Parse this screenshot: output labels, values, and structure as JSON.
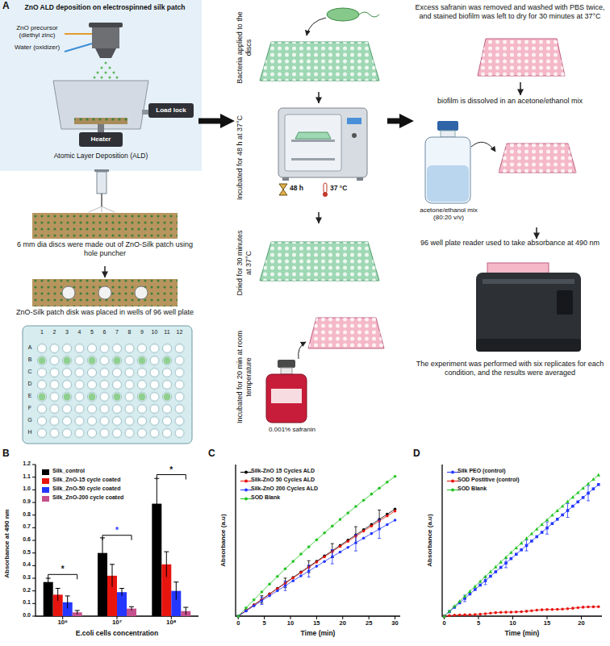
{
  "diagram": {
    "nodes": [
      {
        "text": [
          "ZnO ALD deposition on electrospinned silk patch"
        ]
      },
      {
        "text": [
          "Load lock"
        ],
        "in": 0
      },
      {
        "text": [
          "Heater"
        ],
        "in": 0
      },
      {
        "text": [
          "6 mm dia discs were made out of ZnO-Silk patch using hole puncher"
        ]
      },
      {
        "text": [
          "ZnO-Silk patch disk was placed in wells of 96 well plate"
        ]
      },
      {
        "text": [
          "Bacteria applied to the discs"
        ]
      },
      {
        "text": [
          "Incubated for 48 h at 37°C"
        ]
      },
      {
        "text": [
          "Dried for 30 minutes at 37°C"
        ]
      },
      {
        "text": [
          "Incubated for 20 min at room temperature"
        ]
      },
      {
        "text": [
          "Excess safranin was removed and washed with PBS twice, and stained biofilm was left to dry for 30 minutes at 37°C"
        ]
      },
      {
        "text": [
          "biofilm is dissolved in an acetone/ethanol mix"
        ]
      },
      {
        "text": [
          "96 well plate reader used to take absorbance at 490 nm",
          "The experiment was performed with six replicates for each condition, and the results were averaged"
        ]
      }
    ],
    "edges": [
      {
        "from": 3,
        "to": 4,
        "arrow": "to"
      },
      {
        "from": 0,
        "to": 6,
        "arrow": "to"
      },
      {
        "from": 5,
        "to": 6,
        "arrow": "to"
      },
      {
        "from": 6,
        "to": 7,
        "arrow": "to"
      },
      {
        "from": 6,
        "to": 10,
        "arrow": "to"
      },
      {
        "from": 9,
        "to": 10,
        "arrow": "to"
      },
      {
        "from": 10,
        "to": 11,
        "arrow": "to"
      }
    ],
    "labels": [
      "A",
      "ZnO precursor (diethyl zinc)",
      "Water (oxidizer)",
      "Atomic Layer Deposition (ALD)",
      "1",
      "2",
      "3",
      "4",
      "5",
      "6",
      "7",
      "8",
      "9",
      "10",
      "11",
      "12",
      "A",
      "B",
      "C",
      "D",
      "E",
      "F",
      "G",
      "H",
      "48 h",
      "37 °C",
      "0.001% safranin",
      "acetone/ethanol mix (80:20 v/v)",
      "B",
      "Absorbance at 490 nm",
      "0.0",
      "0.1",
      "0.2",
      "0.3",
      "0.4",
      "0.5",
      "0.6",
      "0.7",
      "0.8",
      "0.9",
      "1.0",
      "1.1",
      "1.2",
      "10⁶",
      "10⁷",
      "10⁸",
      "E.coli cells concentration",
      "*",
      "*",
      "*",
      "C",
      "Absorbance (a.u)",
      "0",
      "5",
      "10",
      "15",
      "20",
      "25",
      "30",
      "Time (min)",
      "D",
      "Absorbance (a.u)",
      "0",
      "5",
      "10",
      "15",
      "20",
      "Time (min)"
    ],
    "legend": [
      {
        "text": "Silk_control",
        "color": "#000000"
      },
      {
        "text": "Silk_ZnO-15 cycle coated",
        "color": "#e8150f"
      },
      {
        "text": "Silk_ZnO-50 cycle coated",
        "color": "#2437ff"
      },
      {
        "text": "Silk_ZnO-200 cycle coated",
        "color": "#c4508c"
      },
      {
        "text": "Silk-ZnO 15 Cycles ALD"
      },
      {
        "text": "Silk-ZnO 50 Cycles ALD"
      },
      {
        "text": "Silk-ZnO 200 Cycles ALD"
      },
      {
        "text": "SOD Blank"
      },
      {
        "text": "Silk PEO (control)"
      },
      {
        "text": "SOD Postitive (control)"
      },
      {
        "text": "SOD Blank"
      }
    ]
  }
}
